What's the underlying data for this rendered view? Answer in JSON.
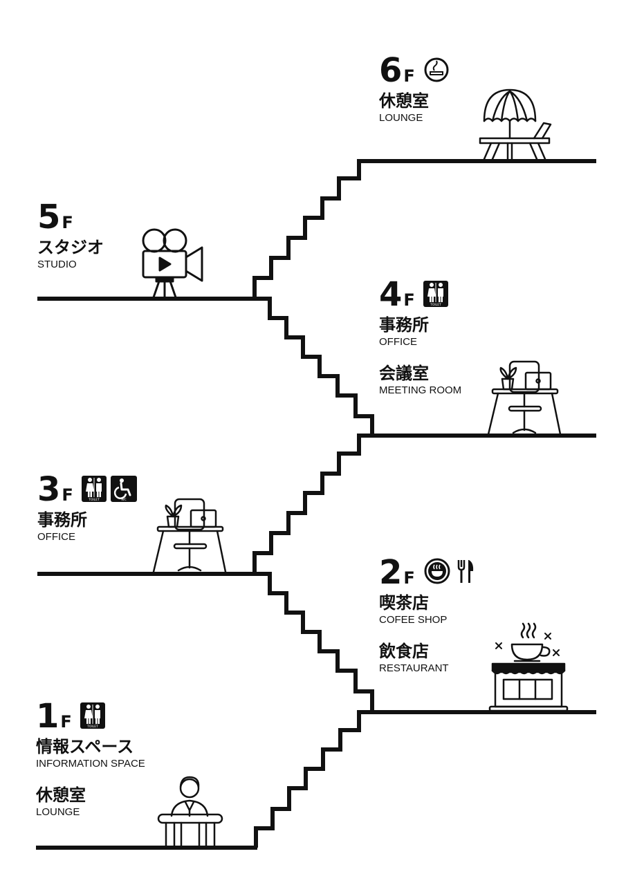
{
  "floor_suffix": "F",
  "floors": {
    "f6": {
      "num": "6",
      "rooms": [
        {
          "jp": "休憩室",
          "en": "LOUNGE"
        }
      ],
      "icons": [
        "smoking-area-icon"
      ]
    },
    "f5": {
      "num": "5",
      "rooms": [
        {
          "jp": "スタジオ",
          "en": "STUDIO"
        }
      ],
      "icons": []
    },
    "f4": {
      "num": "4",
      "rooms": [
        {
          "jp": "事務所",
          "en": "OFFICE"
        },
        {
          "jp": "会議室",
          "en": "MEETING ROOM"
        }
      ],
      "icons": [
        "toilet-icon"
      ]
    },
    "f3": {
      "num": "3",
      "rooms": [
        {
          "jp": "事務所",
          "en": "OFFICE"
        }
      ],
      "icons": [
        "toilet-icon",
        "wheelchair-wc-icon"
      ]
    },
    "f2": {
      "num": "2",
      "rooms": [
        {
          "jp": "喫茶店",
          "en": "COFEE SHOP"
        },
        {
          "jp": "飲食店",
          "en": "RESTAURANT"
        }
      ],
      "icons": [
        "coffee-cup-icon",
        "fork-knife-icon"
      ]
    },
    "f1": {
      "num": "1",
      "rooms": [
        {
          "jp": "情報スペース",
          "en": "INFORMATION SPACE"
        },
        {
          "jp": "休憩室",
          "en": "LOUNGE"
        }
      ],
      "icons": [
        "toilet-icon"
      ]
    }
  },
  "icon_labels": {
    "toilet": "TOILET",
    "wc": "WC"
  },
  "colors": {
    "ink": "#111111",
    "background": "#ffffff"
  }
}
